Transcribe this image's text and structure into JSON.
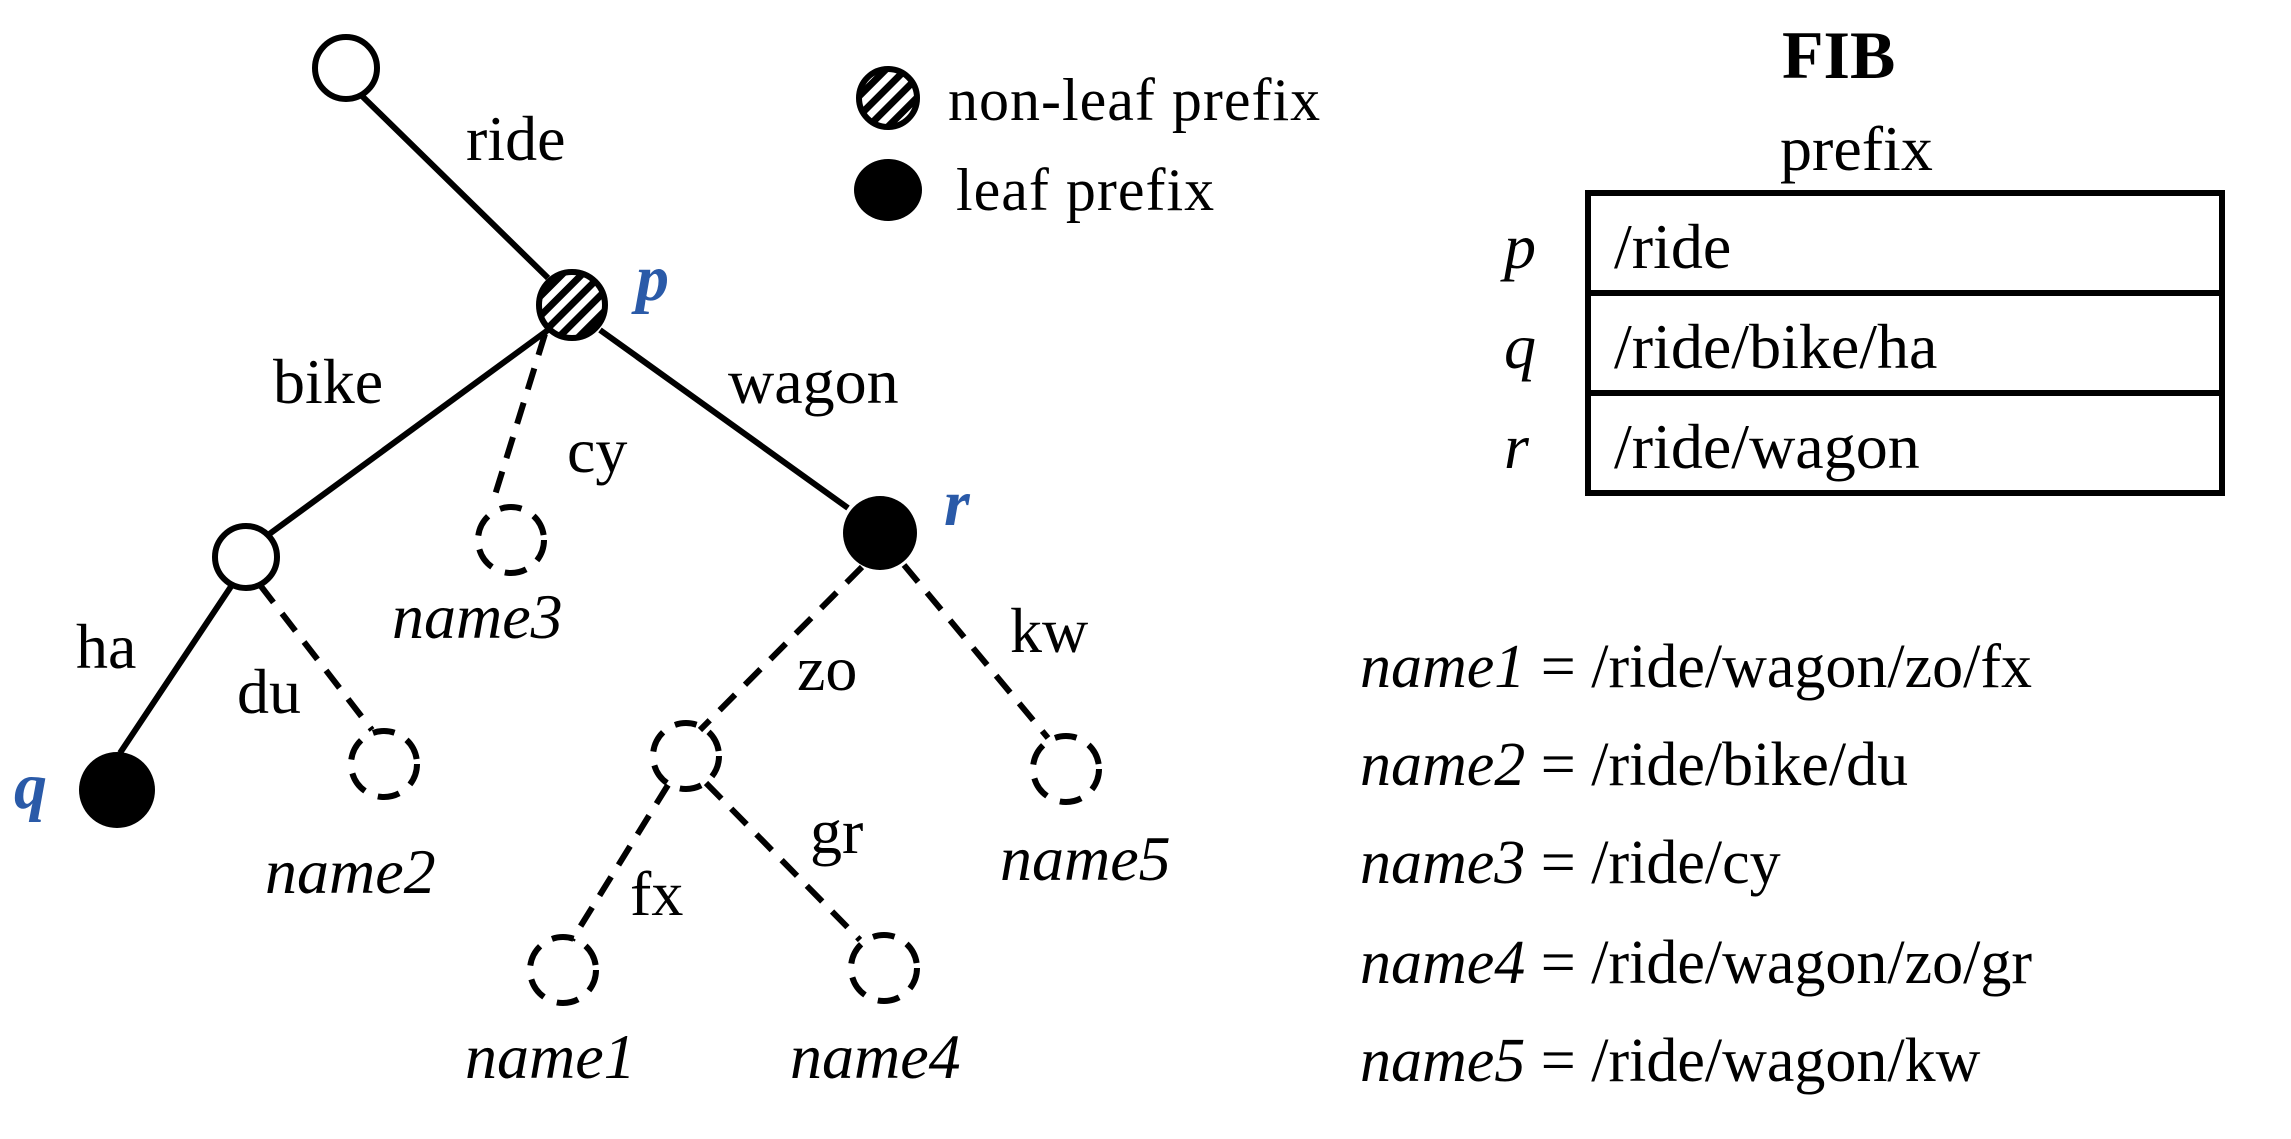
{
  "legend": {
    "nonleaf_label": "non-leaf prefix",
    "leaf_label": "leaf prefix"
  },
  "tree": {
    "edges": {
      "ride": "ride",
      "bike": "bike",
      "cy": "cy",
      "wagon": "wagon",
      "ha": "ha",
      "du": "du",
      "zo": "zo",
      "kw": "kw",
      "fx": "fx",
      "gr": "gr"
    },
    "node_tags": {
      "p": "p",
      "q": "q",
      "r": "r"
    },
    "names": {
      "name1": "name1",
      "name2": "name2",
      "name3": "name3",
      "name4": "name4",
      "name5": "name5"
    }
  },
  "fib": {
    "title": "FIB",
    "column_header": "prefix",
    "rows": [
      {
        "key": "p",
        "prefix": "/ride"
      },
      {
        "key": "q",
        "prefix": "/ride/bike/ha"
      },
      {
        "key": "r",
        "prefix": "/ride/wagon"
      }
    ]
  },
  "name_definitions": [
    {
      "name": "name1",
      "value": " = /ride/wagon/zo/fx"
    },
    {
      "name": "name2",
      "value": " = /ride/bike/du"
    },
    {
      "name": "name3",
      "value": " = /ride/cy"
    },
    {
      "name": "name4",
      "value": " = /ride/wagon/zo/gr"
    },
    {
      "name": "name5",
      "value": " = /ride/wagon/kw"
    }
  ],
  "colors": {
    "node_tag": "#2a5aa8",
    "line": "#000000",
    "background": "#ffffff"
  }
}
